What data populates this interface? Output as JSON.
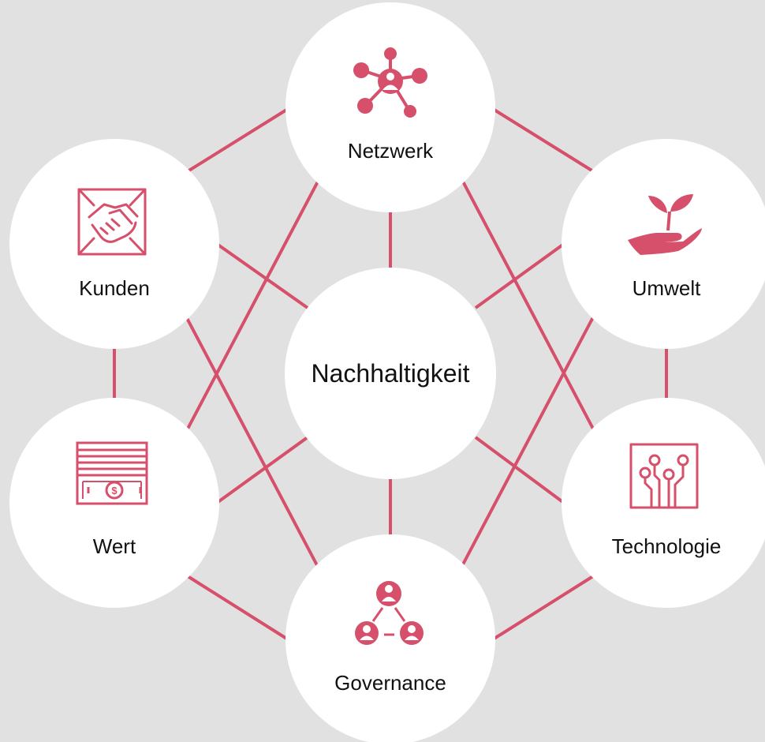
{
  "colors": {
    "background": "#e1e1e1",
    "accent": "#d64f6b",
    "circle": "#ffffff",
    "text": "#111111"
  },
  "center": {
    "label": "Nachhaltigkeit"
  },
  "nodes": [
    {
      "id": "netzwerk",
      "label": "Netzwerk",
      "icon": "network-icon"
    },
    {
      "id": "umwelt",
      "label": "Umwelt",
      "icon": "plant-in-hand-icon"
    },
    {
      "id": "technologie",
      "label": "Technologie",
      "icon": "circuit-icon"
    },
    {
      "id": "governance",
      "label": "Governance",
      "icon": "people-hierarchy-icon"
    },
    {
      "id": "wert",
      "label": "Wert",
      "icon": "banknote-icon"
    },
    {
      "id": "kunden",
      "label": "Kunden",
      "icon": "handshake-icon"
    }
  ]
}
